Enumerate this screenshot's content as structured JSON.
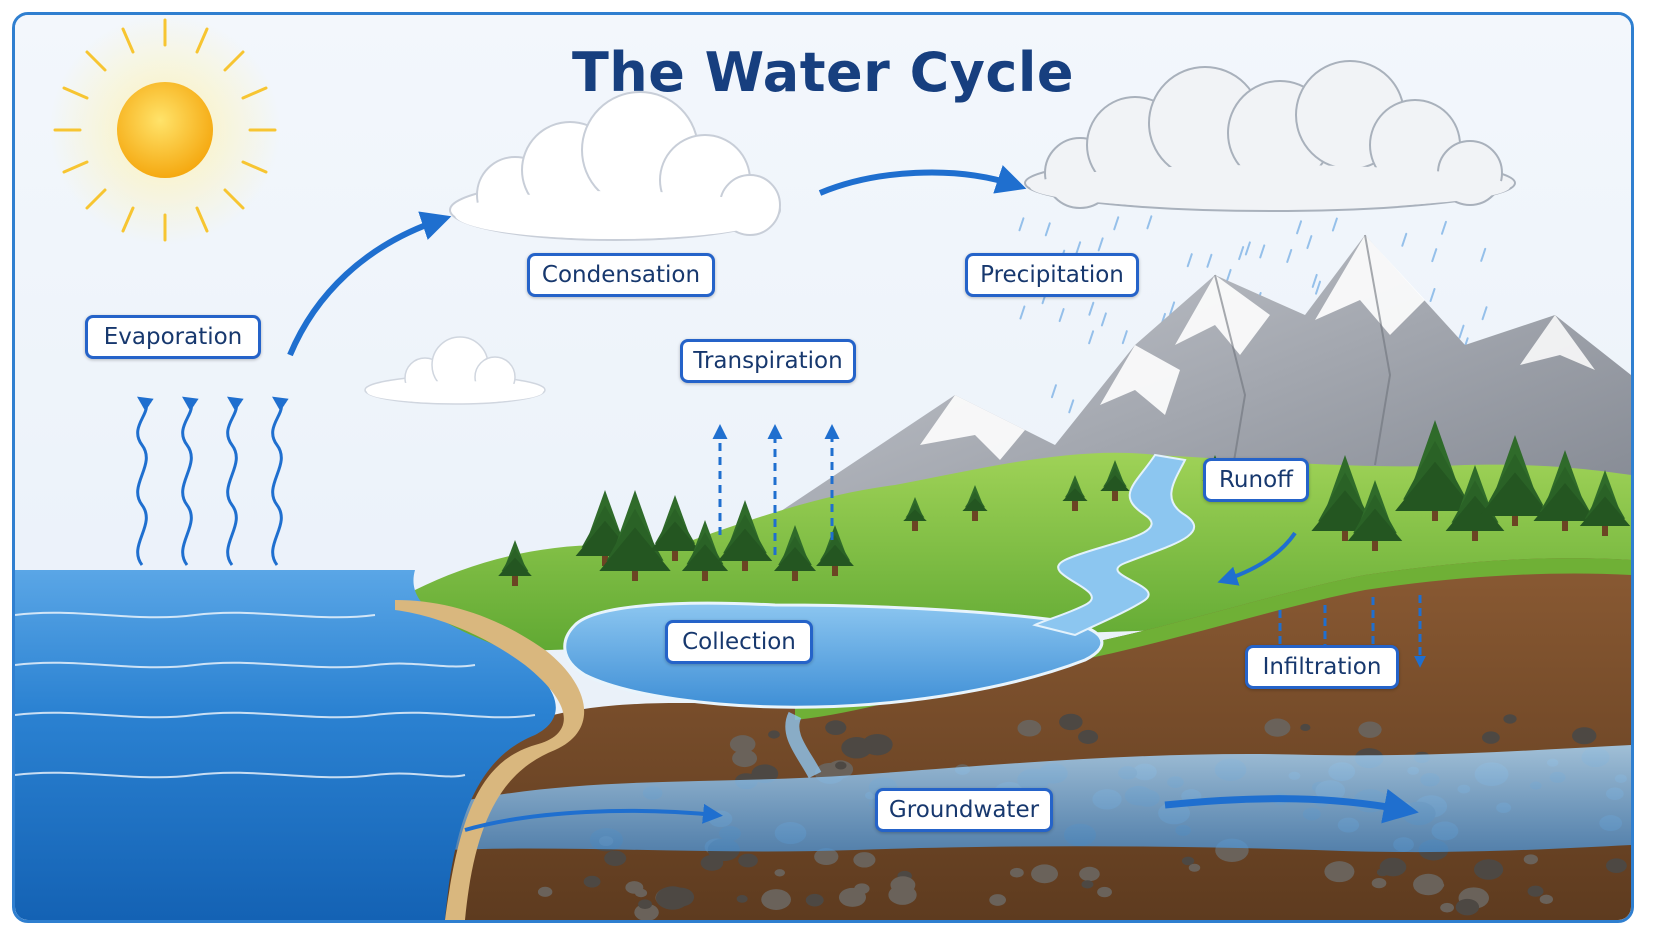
{
  "title": "The Water Cycle",
  "labels": {
    "evaporation": "Evaporation",
    "condensation": "Condensation",
    "precipitation": "Precipitation",
    "transpiration": "Transpiration",
    "runoff": "Runoff",
    "collection": "Collection",
    "infiltration": "Infiltration",
    "groundwater": "Groundwater"
  },
  "colors": {
    "accent": "#2f7fd0",
    "title": "#173f7f",
    "label_border": "#2563c9",
    "ocean": "#1f74c9",
    "grass": "#7fbf3c",
    "soil": "#7a4e2c",
    "sun": "#f7b714"
  }
}
